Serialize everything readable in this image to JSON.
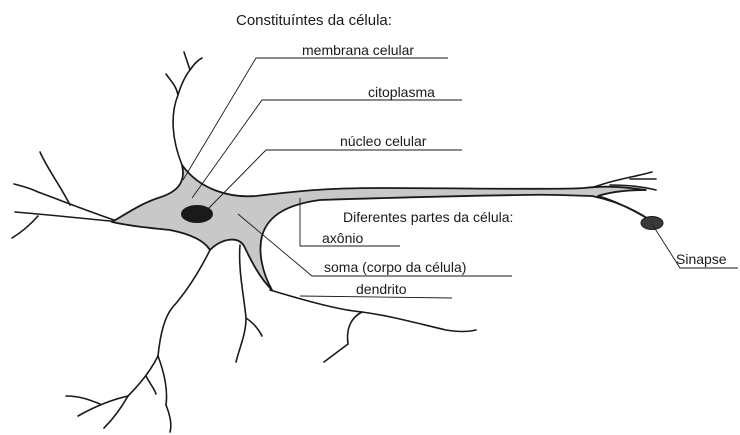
{
  "title": "Constituíntes da célula:",
  "subtitle": "Diferentes partes da célula:",
  "labels": {
    "membrana": "membrana celular",
    "citoplasma": "citoplasma",
    "nucleo": "núcleo celular",
    "axonio": "axônio",
    "soma": "soma (corpo da célula)",
    "dendrito": "dendrito",
    "sinapse": "Sinapse"
  },
  "colors": {
    "cell_fill": "#c8c8c8",
    "nucleus": "#1a1a1a",
    "synapse": "#3a3a3a",
    "line": "#1a1a1a"
  }
}
